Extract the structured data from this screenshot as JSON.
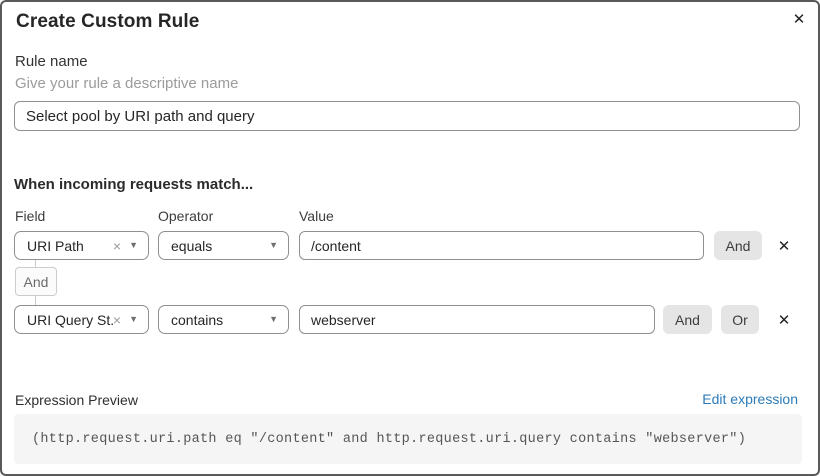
{
  "dialog": {
    "title": "Create Custom Rule",
    "close_icon": "✕"
  },
  "rule_name": {
    "label": "Rule name",
    "helper": "Give your rule a descriptive name",
    "value": "Select pool by URI path and query"
  },
  "match_builder": {
    "heading": "When incoming requests match...",
    "column_labels": {
      "field": "Field",
      "operator": "Operator",
      "value": "Value"
    },
    "rows": [
      {
        "field": "URI Path",
        "operator": "equals",
        "value": "/content",
        "buttons": [
          "And"
        ]
      },
      {
        "field": "URI Query St...",
        "operator": "contains",
        "value": "webserver",
        "buttons": [
          "And",
          "Or"
        ]
      }
    ],
    "connector_label": "And",
    "clear_icon": "×",
    "dropdown_icon": "▼",
    "remove_icon": "✕"
  },
  "expression_preview": {
    "label": "Expression Preview",
    "edit_link": "Edit expression",
    "expression": "(http.request.uri.path eq \"/content\" and http.request.uri.query contains \"webserver\")"
  },
  "colors": {
    "link_blue": "#2c7bb8",
    "input_border": "#8f8f8f",
    "button_gray": "#e5e5e5",
    "code_background": "#f5f5f5"
  }
}
